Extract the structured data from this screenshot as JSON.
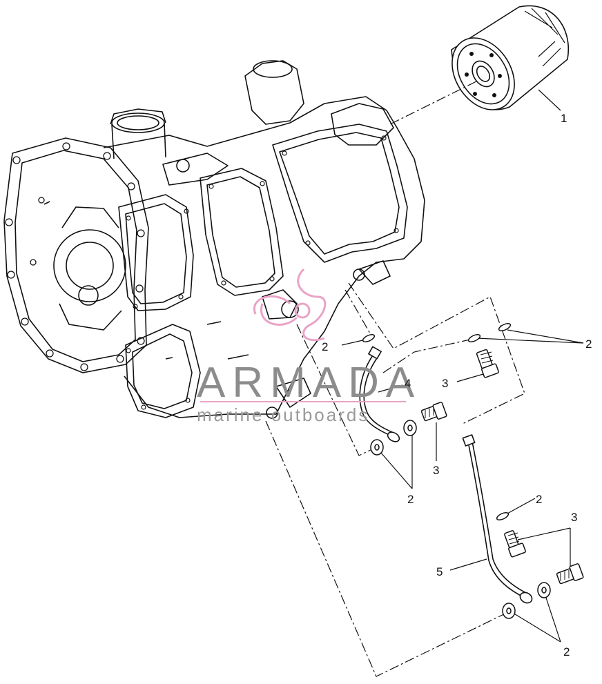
{
  "callouts": {
    "oil_filter": "1",
    "washer_right_top": "2",
    "washer_left_upper": "2",
    "washer_left_pair": "2",
    "washer_right_mid": "2",
    "washer_bottom_pair": "2",
    "bolt_top": "3",
    "bolt_mid": "3",
    "bolt_bottom": "3",
    "oil_line_short": "4",
    "oil_line_long": "5"
  },
  "watermark": {
    "brand": "ARMADA",
    "tagline": "marine outboards"
  },
  "colors": {
    "line": "#111111",
    "watermark_gray": "#8c8c8c",
    "watermark_pink": "#e9a3c6"
  }
}
